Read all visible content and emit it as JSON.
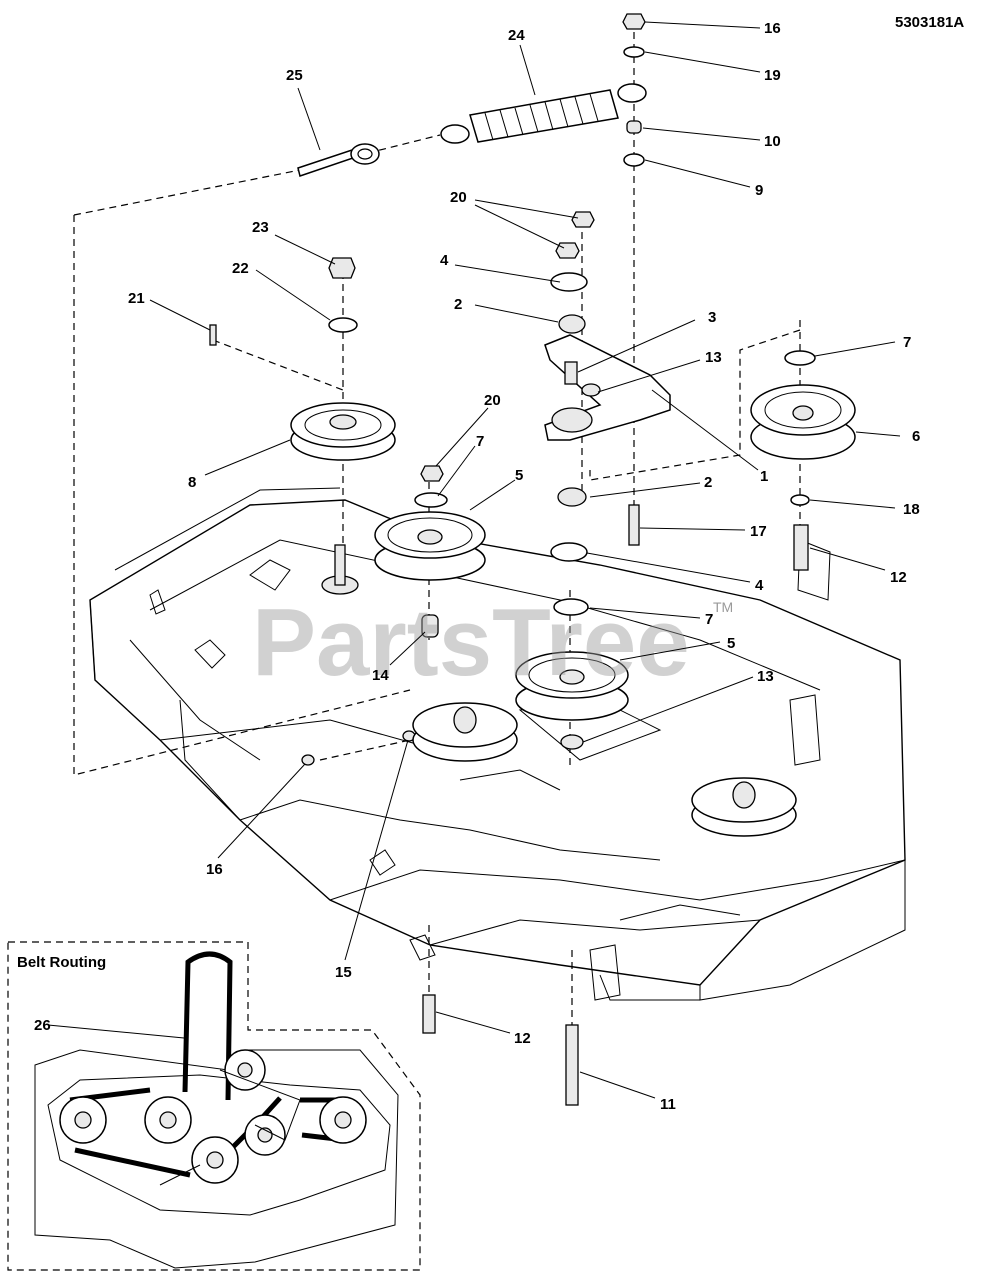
{
  "diagram_code": "5303181A",
  "watermark": "PartsTree",
  "watermark_tm": "TM",
  "inset_title": "Belt Routing",
  "callouts": {
    "c16a": "16",
    "c19": "19",
    "c24": "24",
    "c25": "25",
    "c10": "10",
    "c9": "9",
    "c20a": "20",
    "c23": "23",
    "c22": "22",
    "c4a": "4",
    "c21": "21",
    "c2a": "2",
    "c3": "3",
    "c13a": "13",
    "c7a": "7",
    "c6": "6",
    "c1": "1",
    "c8": "8",
    "c20b": "20",
    "c7b": "7",
    "c5a": "5",
    "c2b": "2",
    "c18": "18",
    "c17": "17",
    "c12a": "12",
    "c4b": "4",
    "c7c": "7",
    "c5b": "5",
    "c14": "14",
    "c13b": "13",
    "c16b": "16",
    "c15": "15",
    "c12b": "12",
    "c11": "11",
    "c26": "26"
  }
}
